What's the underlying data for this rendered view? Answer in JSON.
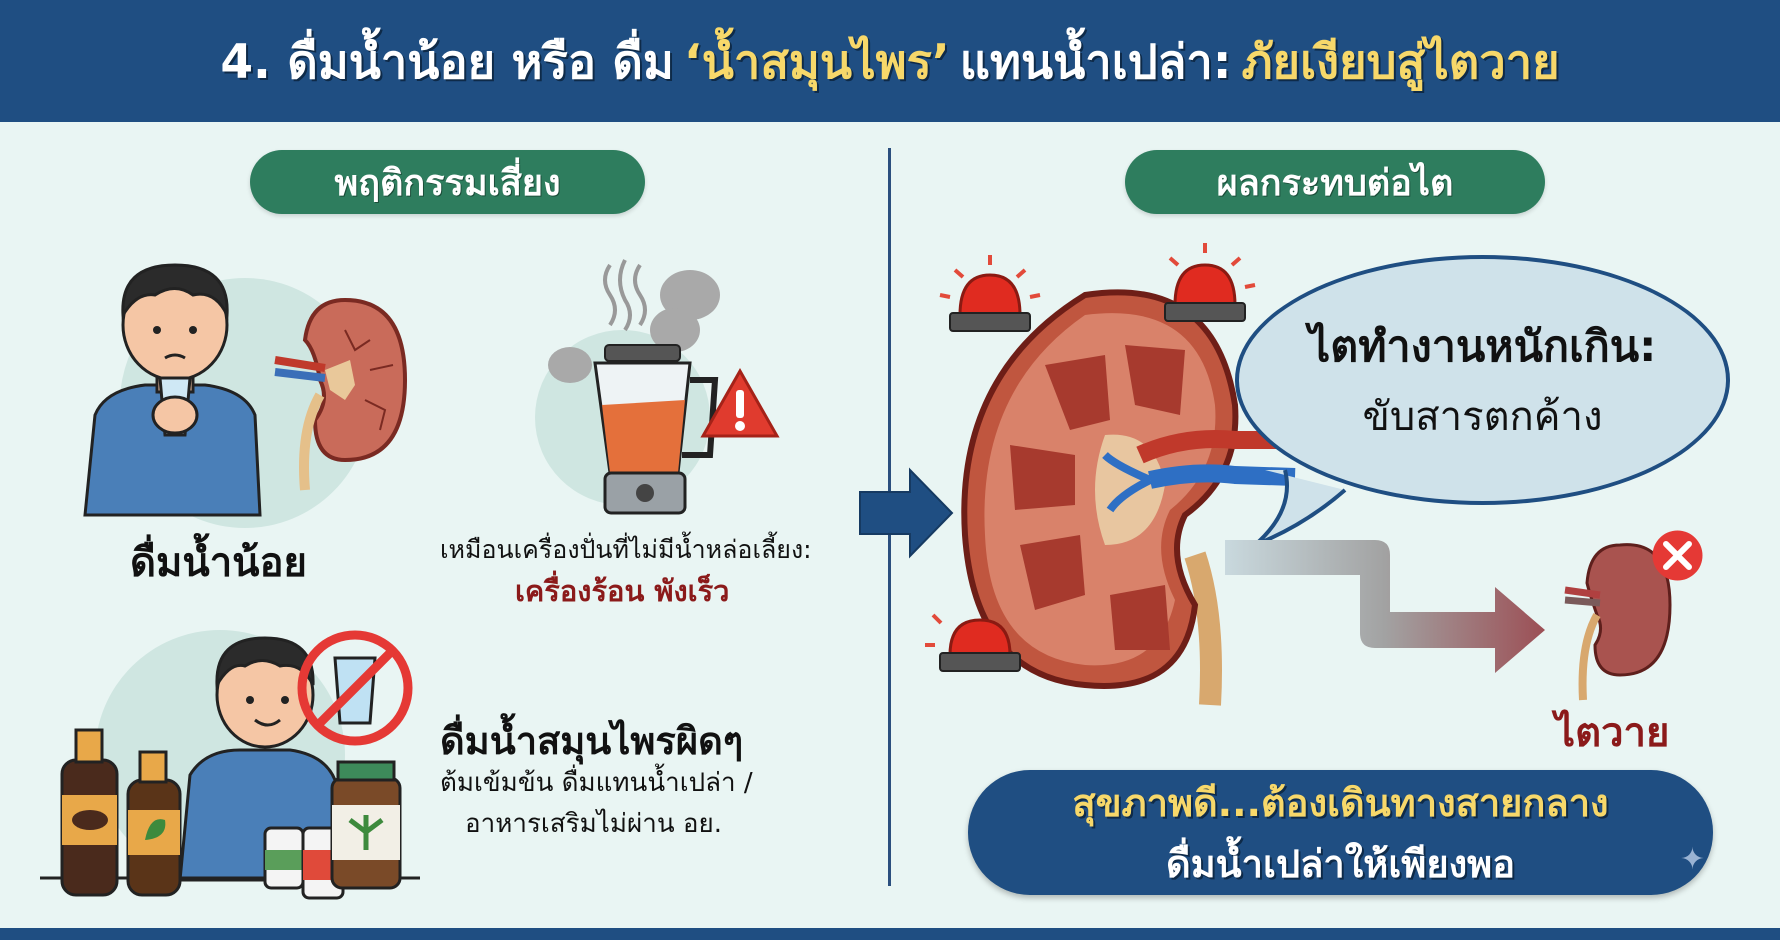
{
  "header": {
    "title_part1": "4. ดื่มน้ำน้อย หรือ ดื่ม",
    "title_highlight1": "‘น้ำสมุนไพร’",
    "title_part2": "แทนน้ำเปล่า:",
    "title_highlight2": "ภัยเงียบสู่ไตวาย"
  },
  "left_section": {
    "heading": "พฤติกรรมเสี่ยง",
    "behavior_1": {
      "label": "ดื่มน้ำน้อย",
      "illustration": "man-drinking-glass-with-cracked-kidney"
    },
    "analogy": {
      "line1": "เหมือนเครื่องปั่นที่ไม่มีน้ำหล่อเลี้ยง:",
      "line2": "เครื่องร้อน พังเร็ว",
      "illustration": "overheating-blender-with-warning"
    },
    "behavior_2": {
      "label": "ดื่มน้ำสมุนไพรผิดๆ",
      "detail_line1": "ต้มเข้มข้น ดื่มแทนน้ำเปล่า /",
      "detail_line2": "อาหารเสริมไม่ผ่าน อย.",
      "illustration": "man-with-herbal-bottles-and-no-water-sign"
    }
  },
  "right_section": {
    "heading": "ผลกระทบต่อไต",
    "speech_bubble": {
      "line1": "ไตทำงานหนักเกิน:",
      "line2": "ขับสารตกค้าง"
    },
    "outcome_label": "ไตวาย",
    "cta": {
      "line1": "สุขภาพดี...ต้องเดินทางสายกลาง",
      "line2": "ดื่มน้ำเปล่าให้เพียงพอ"
    }
  },
  "colors": {
    "navy": "#1f4e82",
    "green": "#2e7d5e",
    "yellow": "#f7d86a",
    "dark_red": "#8b1a1a",
    "background": "#e9f5f3"
  }
}
